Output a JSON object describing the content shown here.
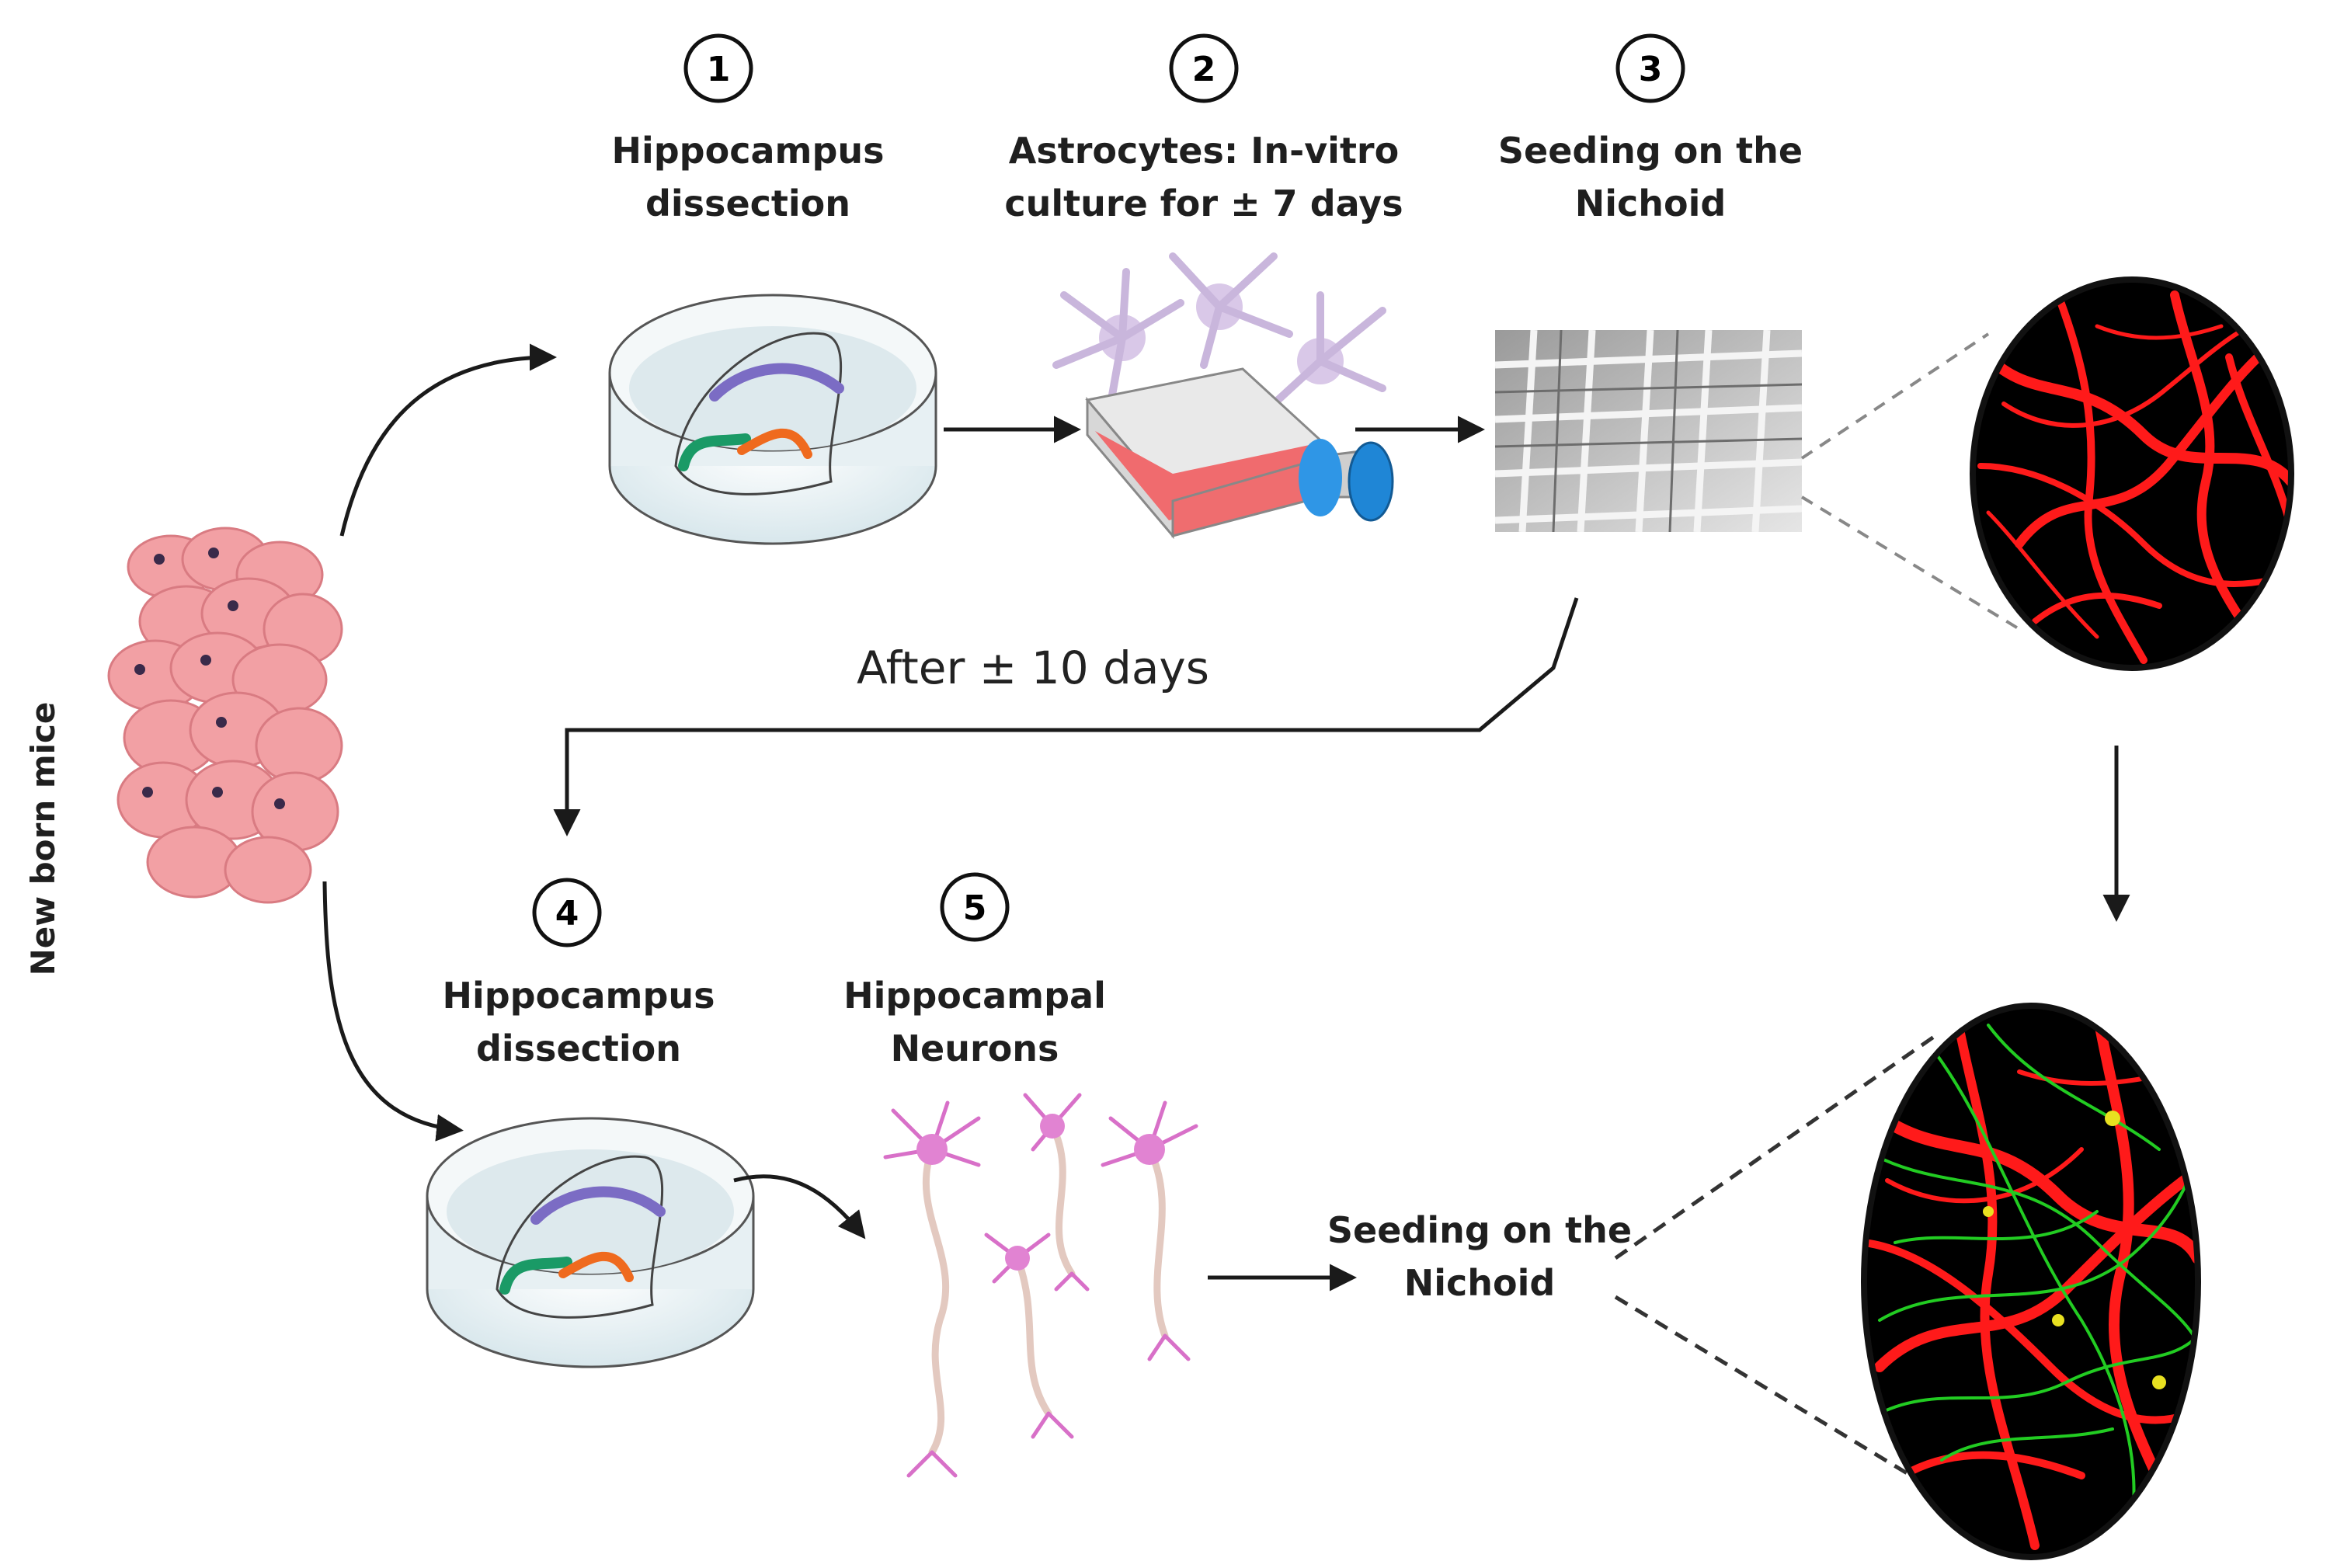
{
  "side_label": "New born mice",
  "steps": [
    {
      "num": "1",
      "line1": "Hippocampus",
      "line2": "dissection"
    },
    {
      "num": "2",
      "line1": "Astrocytes: In-vitro",
      "line2": "culture for ± 7 days"
    },
    {
      "num": "3",
      "line1": "Seeding on the",
      "line2": "Nichoid"
    },
    {
      "num": "4",
      "line1": "Hippocampus",
      "line2": "dissection"
    },
    {
      "num": "5",
      "line1": "Hippocampal",
      "line2": "Neurons"
    }
  ],
  "after_label": "After ± 10 days",
  "seeding_bottom": {
    "line1": "Seeding on the",
    "line2": "Nichoid"
  },
  "colors": {
    "mouse_pink": "#f2a0a4",
    "astro_red": "#ff1a1a",
    "neuron_green": "#22cc22",
    "flask_cap_blue": "#1f86d6",
    "neuron_magenta": "#d870c8",
    "astrocyte_lavender": "#c9b6dc"
  }
}
